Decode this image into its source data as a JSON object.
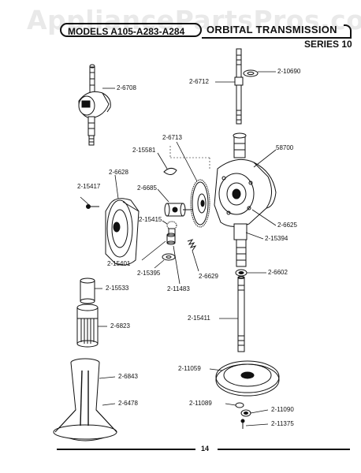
{
  "watermark": "AppliancePartsPros.com",
  "header": {
    "models": "MODELS A105-A283-A284",
    "title": "ORBITAL TRANSMISSION",
    "series": "SERIES 10"
  },
  "parts": [
    {
      "key": "p2_6708",
      "label": "2-6708"
    },
    {
      "key": "p2_6712",
      "label": "2-6712"
    },
    {
      "key": "p2_10690",
      "label": "2-10690"
    },
    {
      "key": "p2_6713",
      "label": "2-6713"
    },
    {
      "key": "p2_15581",
      "label": "2-15581"
    },
    {
      "key": "p58700",
      "label": "58700"
    },
    {
      "key": "p2_6628",
      "label": "2-6628"
    },
    {
      "key": "p2_15417",
      "label": "2-15417"
    },
    {
      "key": "p2_6685",
      "label": "2-6685"
    },
    {
      "key": "p2_15415",
      "label": "2-15415"
    },
    {
      "key": "p2_6625",
      "label": "2-6625"
    },
    {
      "key": "p2_15394",
      "label": "2-15394"
    },
    {
      "key": "p2_15401",
      "label": "2-15401"
    },
    {
      "key": "p2_15395",
      "label": "2-15395"
    },
    {
      "key": "p2_6629",
      "label": "2-6629"
    },
    {
      "key": "p2_11483",
      "label": "2-11483"
    },
    {
      "key": "p2_6602",
      "label": "2-6602"
    },
    {
      "key": "p2_15533",
      "label": "2-15533"
    },
    {
      "key": "p2_6823",
      "label": "2-6823"
    },
    {
      "key": "p2_15411",
      "label": "2-15411"
    },
    {
      "key": "p2_6843",
      "label": "2-6843"
    },
    {
      "key": "p2_11059",
      "label": "2-11059"
    },
    {
      "key": "p2_6478",
      "label": "2-6478"
    },
    {
      "key": "p2_11089",
      "label": "2-11089"
    },
    {
      "key": "p2_11090",
      "label": "2-11090"
    },
    {
      "key": "p2_11375",
      "label": "2-11375"
    }
  ],
  "page_number": "14"
}
